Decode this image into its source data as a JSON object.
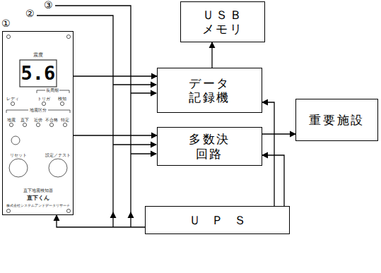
{
  "diagram": {
    "nodes": [
      {
        "text": [
          "震度",
          "5.6",
          "レディ",
          "長周期",
          "トリガ",
          "検知",
          "地震区分",
          "地震",
          "直下",
          "近傍",
          "不合格",
          "特定",
          "リセット",
          "設定／テスト",
          "直下地震検知器",
          "直下くん",
          "株式会社システムアンドデータリサーチ"
        ]
      },
      {
        "text": [
          "ＵＳＢ メモリ"
        ]
      },
      {
        "text": [
          "データ 記録機"
        ]
      },
      {
        "text": [
          "多数決 回路"
        ]
      },
      {
        "text": [
          "重要施設"
        ]
      },
      {
        "text": [
          "ＵＰＳ"
        ]
      }
    ],
    "edges": [
      {
        "from": 0,
        "to": 2,
        "arrow": "to"
      },
      {
        "from": 0,
        "to": 3,
        "arrow": "to"
      },
      {
        "from": 2,
        "to": 1,
        "arrow": "to"
      },
      {
        "from": 3,
        "to": 4,
        "arrow": "to"
      },
      {
        "from": 5,
        "to": 2,
        "arrow": "to"
      },
      {
        "from": 5,
        "to": 3,
        "arrow": "to"
      },
      {
        "from": 5,
        "to": 0,
        "arrow": "to"
      }
    ],
    "labels": [
      "①",
      "②",
      "③"
    ]
  }
}
